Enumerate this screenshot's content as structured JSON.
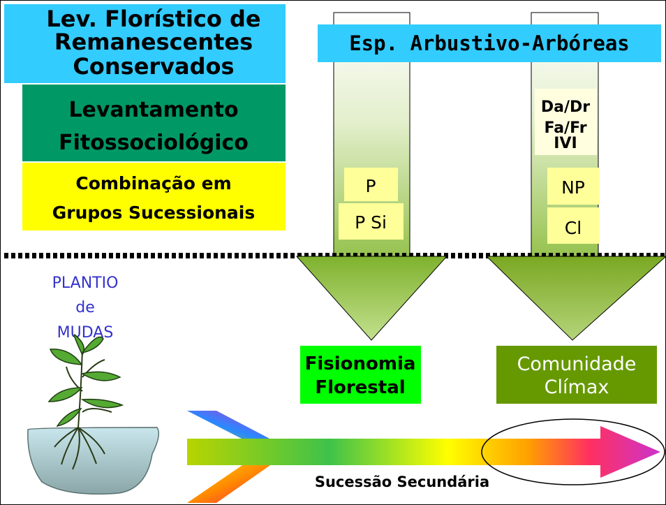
{
  "title_box": {
    "line1": "Lev. Florístico de",
    "line2": "Remanescentes",
    "line3": "Conservados"
  },
  "left_green": {
    "line1": "Levantamento",
    "line2": "Fitossociológico"
  },
  "left_yellow": {
    "line1": "Combinação em",
    "line2": "Grupos Sucessionais"
  },
  "species_header": "Esp. Arbustivo-Arbóreas",
  "param_box": {
    "line1": "Da/Dr",
    "line2": "Fa/Fr",
    "line3": "IVI"
  },
  "left_column": {
    "p": "P",
    "psi": "P Si"
  },
  "right_column": {
    "np": "NP",
    "cl": "Cl"
  },
  "plantio": {
    "line1": "PLANTIO",
    "line2": "de",
    "line3": "MUDAS"
  },
  "outcome_left": {
    "line1": "Fisionomia",
    "line2": "Florestal"
  },
  "outcome_right": {
    "line1": "Comunidade",
    "line2": "Clímax"
  },
  "succession_label": "Sucessão Secundária",
  "colors": {
    "cyan": "#33ccff",
    "dark_green": "#009966",
    "yellow": "#ffff00",
    "bright_green": "#00ff00",
    "olive_green": "#669900",
    "arrow_green": "#8dbb2e",
    "plantio_text": "#3333cc"
  }
}
